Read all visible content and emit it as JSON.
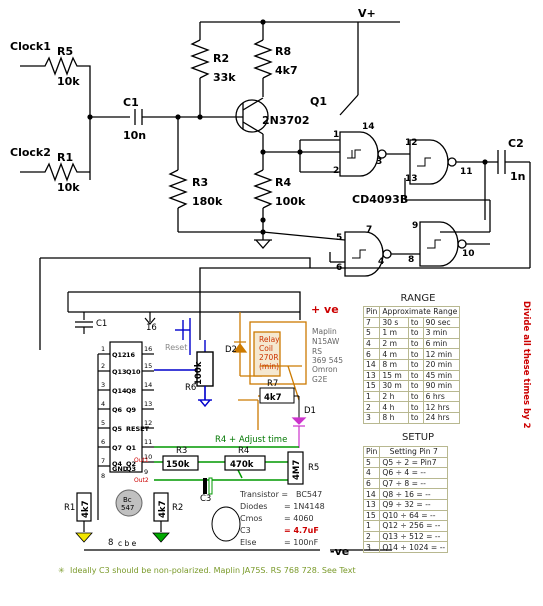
{
  "top": {
    "clock1": "Clock1",
    "clock2": "Clock2",
    "vplus": "V+",
    "r5": {
      "name": "R5",
      "value": "10k"
    },
    "r1": {
      "name": "R1",
      "value": "10k"
    },
    "c1": {
      "name": "C1",
      "value": "10n"
    },
    "r2": {
      "name": "R2",
      "value": "33k"
    },
    "r8": {
      "name": "R8",
      "value": "4k7"
    },
    "q1": {
      "name": "Q1",
      "value": "2N3702"
    },
    "r3": {
      "name": "R3",
      "value": "180k"
    },
    "r4": {
      "name": "R4",
      "value": "100k"
    },
    "c2": {
      "name": "C2",
      "value": "1n"
    },
    "chip": "CD4093B",
    "pins": [
      "1",
      "2",
      "3",
      "14",
      "12",
      "13",
      "11",
      "9",
      "10",
      "8",
      "5",
      "6",
      "7",
      "4"
    ]
  },
  "bottom": {
    "pve": "+ ve",
    "nve": "-ve",
    "c1": "C1",
    "reset": "Reset",
    "d2": "D2",
    "relay": [
      "Relay",
      "Coil",
      "270R",
      "(min)"
    ],
    "maplin": [
      "Maplin",
      "N15AW",
      "RS",
      "369 545",
      "Omron",
      "G2E"
    ],
    "r7": {
      "name": "R7",
      "value": "4k7"
    },
    "d1": "D1",
    "r6": {
      "name": "R6",
      "value": "100k"
    },
    "adjust": "R4 + Adjust time",
    "r3": {
      "name": "R3",
      "value": "150k"
    },
    "r4": {
      "name": "R4",
      "value": "470k"
    },
    "r5": {
      "name": "R5",
      "value": "4M7"
    },
    "c3": "C3",
    "r1": {
      "name": "R1",
      "value": "4k7"
    },
    "r2": {
      "name": "R2",
      "value": "4k7"
    },
    "bc": [
      "Bc",
      "547"
    ],
    "cbe": "c b e",
    "chip_left": [
      "Q12",
      "Q13",
      "Q14",
      "Q6",
      "Q5",
      "Q7",
      "Q4",
      "GND"
    ],
    "chip_left_pins": [
      "1",
      "2",
      "3",
      "4",
      "5",
      "6",
      "7",
      "8"
    ],
    "chip_right": [
      "16",
      "Q10",
      "Q8",
      "Q9",
      "RESET",
      "Q1",
      "Q2",
      "Q3"
    ],
    "chip_right_pins": [
      "16",
      "15",
      "14",
      "13",
      "12",
      "11",
      "10",
      "9"
    ],
    "out1": "Out1",
    "out2": "Out2",
    "pin16": "16",
    "pin8": "8",
    "footnote": "Ideally C3 should be non-polarized. Maplin JA75S.  RS 768 728. See Text"
  },
  "parts": {
    "rows": [
      [
        "Transistor =",
        "BC547"
      ],
      [
        "Diodes",
        "= 1N4148"
      ],
      [
        "Cmos",
        "=  4060"
      ],
      [
        "C3",
        "= 4.7uF"
      ],
      [
        "Else",
        "= 100nF"
      ]
    ]
  },
  "range": {
    "title": "RANGE",
    "headers": [
      "Pin",
      "Approximate Range"
    ],
    "rows": [
      [
        "7",
        "30 s",
        "to",
        "90 sec"
      ],
      [
        "5",
        "1 m",
        "to",
        "3 min"
      ],
      [
        "4",
        "2 m",
        "to",
        "6 min"
      ],
      [
        "6",
        "4 m",
        "to",
        "12 min"
      ],
      [
        "14",
        "8 m",
        "to",
        "20 min"
      ],
      [
        "13",
        "15 m",
        "to",
        "45 min"
      ],
      [
        "15",
        "30 m",
        "to",
        "90 min"
      ],
      [
        "1",
        "2 h",
        "to",
        "6 hrs"
      ],
      [
        "2",
        "4 h",
        "to",
        "12 hrs"
      ],
      [
        "3",
        "8 h",
        "to",
        "24 hrs"
      ]
    ]
  },
  "setup": {
    "title": "SETUP",
    "headers": [
      "Pin",
      "Setting Pin 7"
    ],
    "rows": [
      [
        "5",
        "Q5  ÷  2  = Pin7"
      ],
      [
        "4",
        "Q6  ÷  4  =  --"
      ],
      [
        "6",
        "Q7  ÷  8  =  --"
      ],
      [
        "14",
        "Q8  ÷  16  =  --"
      ],
      [
        "13",
        "Q9  ÷  32  =  --"
      ],
      [
        "15",
        "Q10 ÷  64  =  --"
      ],
      [
        "1",
        "Q12 ÷ 256 =  --"
      ],
      [
        "2",
        "Q13 ÷ 512 =  --"
      ],
      [
        "3",
        "Q14 ÷ 1024 = --"
      ]
    ]
  },
  "side_note": "Divide all these times by 2"
}
